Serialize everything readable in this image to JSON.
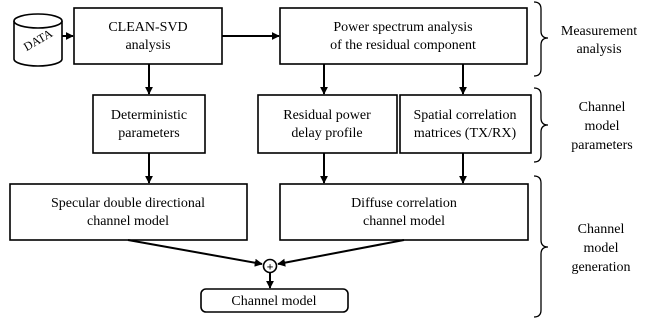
{
  "data_source": {
    "label": "DATA"
  },
  "boxes": {
    "clean_svd": {
      "lines": [
        "CLEAN-SVD",
        "analysis"
      ]
    },
    "power_spectrum": {
      "lines": [
        "Power spectrum analysis",
        "of the residual component"
      ]
    },
    "deterministic": {
      "lines": [
        "Deterministic",
        "parameters"
      ]
    },
    "residual_pdp": {
      "lines": [
        "Residual power",
        "delay profile"
      ]
    },
    "spatial_corr": {
      "lines": [
        "Spatial correlation",
        "matrices (TX/RX)"
      ]
    },
    "specular": {
      "lines": [
        "Specular double directional",
        "channel model"
      ]
    },
    "diffuse": {
      "lines": [
        "Diffuse correlation",
        "channel model"
      ]
    },
    "channel_model": {
      "lines": [
        "Channel model"
      ]
    }
  },
  "combiner": {
    "symbol": "+"
  },
  "stages": {
    "measurement": {
      "lines": [
        "Measurement",
        "analysis"
      ]
    },
    "parameters": {
      "lines": [
        "Channel",
        "model",
        "parameters"
      ]
    },
    "generation": {
      "lines": [
        "Channel",
        "model",
        "generation"
      ]
    }
  }
}
